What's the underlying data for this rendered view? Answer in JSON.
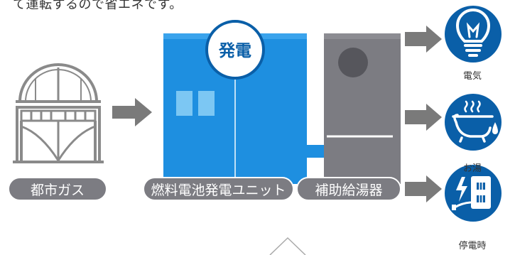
{
  "header": {
    "text": "て運転するので省エネです。"
  },
  "labels": {
    "city_gas": "都市ガス",
    "fuel_cell": "燃料電池発電ユニット",
    "hot_water_backup": "補助給湯器",
    "power_generation": "発電"
  },
  "outputs": [
    {
      "label": "電気",
      "icon": "light-bulb-icon"
    },
    {
      "label": "お湯",
      "icon": "bathtub-icon"
    },
    {
      "label": "停電時",
      "icon": "outlet-power-icon"
    }
  ],
  "colors": {
    "fuel_cell_blue": "#1e8fe0",
    "fuel_cell_dark": "#0b6fbf",
    "unit_gray": "#7c7c82",
    "arrow_gray": "#7a7a7a",
    "circle_blue": "#0a5fa8",
    "gas_tank_gray": "#8a8a8a",
    "text_dark": "#333333"
  }
}
